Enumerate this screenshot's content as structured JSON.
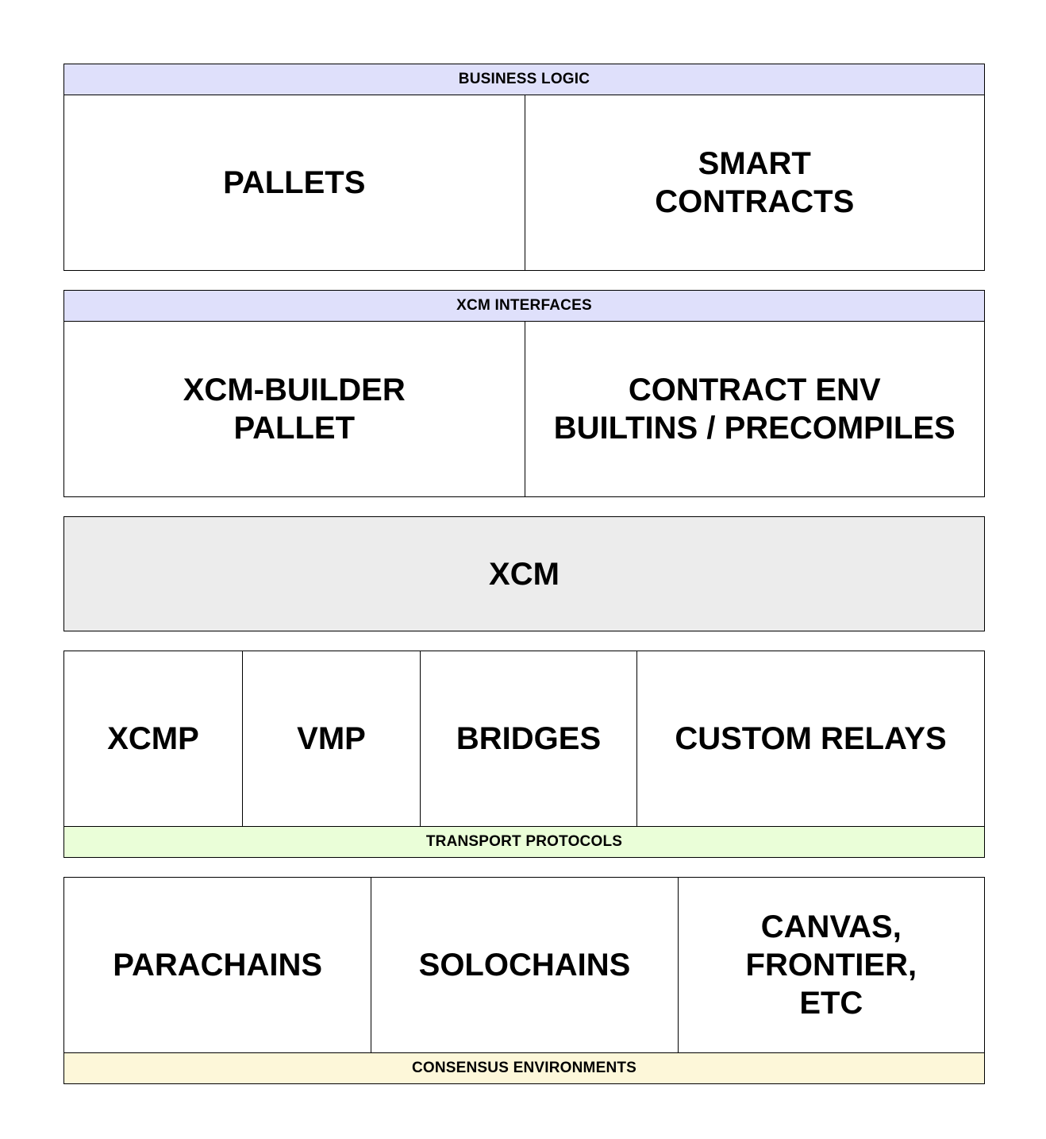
{
  "colors": {
    "band_lavender": "#dfe0fb",
    "band_green": "#eafed8",
    "band_cream": "#fdf7d9",
    "xcm_fill": "#ececec",
    "border": "#000000"
  },
  "business_logic": {
    "label": "BUSINESS LOGIC",
    "cells": [
      "PALLETS",
      "SMART\nCONTRACTS"
    ]
  },
  "xcm_interfaces": {
    "label": "XCM INTERFACES",
    "cells": [
      "XCM-BUILDER\nPALLET",
      "CONTRACT ENV\nBUILTINS / PRECOMPILES"
    ]
  },
  "xcm": {
    "label": "XCM"
  },
  "transport_protocols": {
    "label": "TRANSPORT PROTOCOLS",
    "cells": [
      "XCMP",
      "VMP",
      "BRIDGES",
      "CUSTOM RELAYS"
    ]
  },
  "consensus_environments": {
    "label": "CONSENSUS ENVIRONMENTS",
    "cells": [
      "PARACHAINS",
      "SOLOCHAINS",
      "CANVAS,\nFRONTIER,\nETC"
    ]
  }
}
